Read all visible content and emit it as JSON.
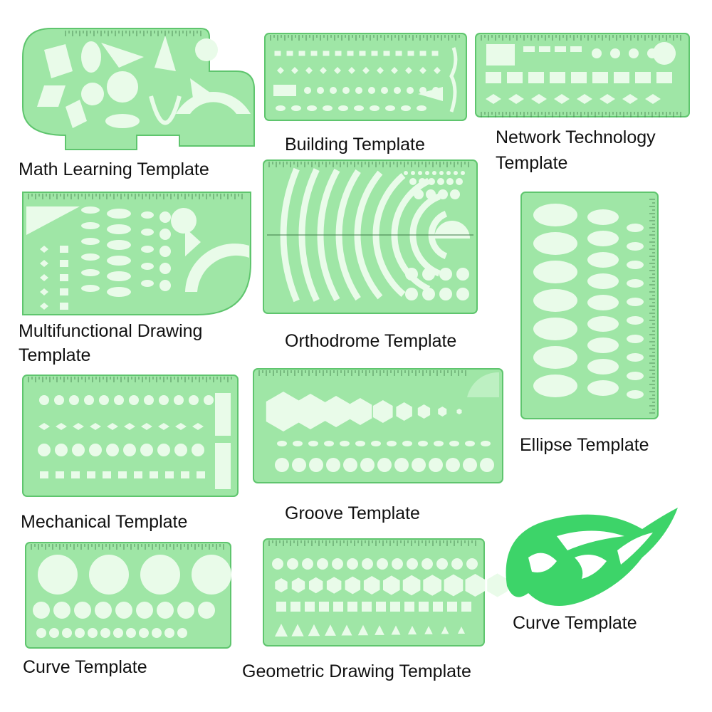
{
  "colors": {
    "plastic_fill": "#9fe6a6",
    "plastic_edge": "#5fc56e",
    "hole_fill": "#e9fbe9",
    "tick": "#3d7a46",
    "curve_solid": "#3dd469",
    "caption_text": "#111111"
  },
  "templates": [
    {
      "id": "math-learning",
      "caption": "Math Learning Template"
    },
    {
      "id": "building",
      "caption": "Building Template"
    },
    {
      "id": "network-technology",
      "caption_lines": [
        "Network Technology",
        "Template"
      ]
    },
    {
      "id": "multifunctional-drawing",
      "caption_lines": [
        "Multifunctional Drawing",
        "Template"
      ]
    },
    {
      "id": "orthodrome",
      "caption": "Orthodrome Template"
    },
    {
      "id": "ellipse",
      "caption": "Ellipse Template"
    },
    {
      "id": "mechanical",
      "caption": "Mechanical Template"
    },
    {
      "id": "groove",
      "caption": "Groove Template"
    },
    {
      "id": "curve-circles",
      "caption": "Curve Template"
    },
    {
      "id": "geometric-drawing",
      "caption": "Geometric Drawing Template"
    },
    {
      "id": "curve-french",
      "caption": "Curve Template"
    }
  ]
}
